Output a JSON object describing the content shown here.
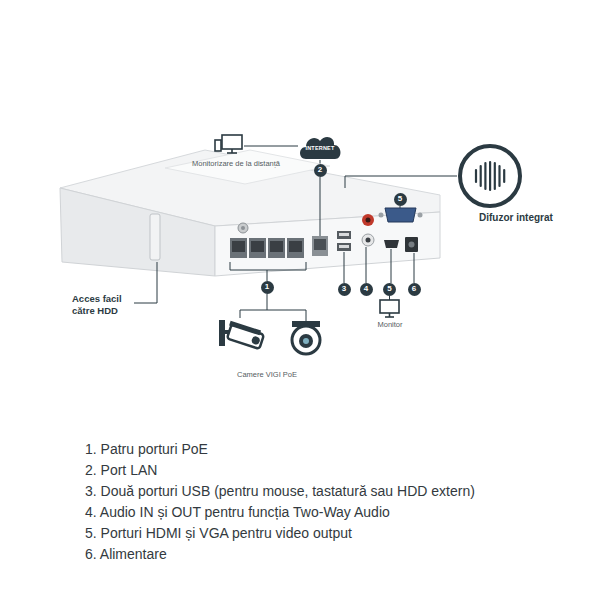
{
  "diagram": {
    "nodes": [
      {
        "text": [
          "INTERNET"
        ]
      },
      {
        "text": [
          "2"
        ]
      },
      {
        "text": [
          "Difuzor integrat"
        ]
      },
      {
        "text": [
          "5"
        ]
      },
      {
        "text": [
          "1"
        ]
      },
      {
        "text": [
          "3"
        ]
      },
      {
        "text": [
          "4"
        ]
      },
      {
        "text": [
          "5"
        ]
      },
      {
        "text": [
          "6"
        ]
      }
    ],
    "edges": [
      {
        "from": 0,
        "to": 1,
        "arrow": "none"
      }
    ],
    "labels": [
      "Monitorizare de la distanță",
      "Acces facil către HDD",
      "Camere VIGI PoE",
      "Monitor",
      "1. Patru porturi PoE",
      "2. Port LAN",
      "3. Două porturi USB (pentru mouse, tastatură sau HDD extern)",
      "4. Audio IN și OUT pentru funcția Two-Way Audio",
      "5. Porturi HDMI și VGA pentru video output",
      "6. Alimentare"
    ]
  }
}
